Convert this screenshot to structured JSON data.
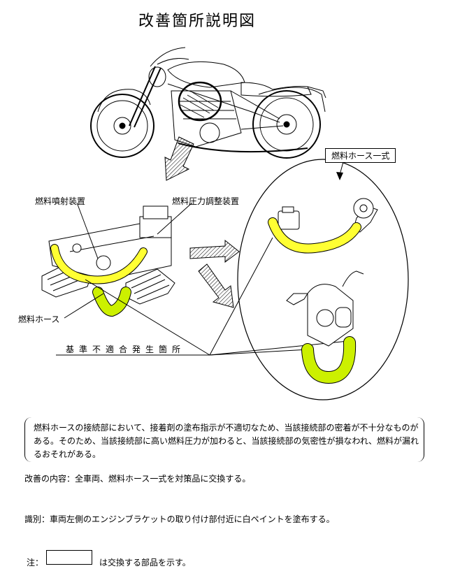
{
  "title": "改善箇所説明図",
  "labels": {
    "hose_set": "燃料ホース一式",
    "injector": "燃料噴射装置",
    "regulator": "燃料圧力調整装置",
    "hose": "燃料ホース",
    "fault_location": "基準不適合発生箇所"
  },
  "description": "燃料ホースの接続部において、接着剤の塗布指示が不適切なため、当該接続部の密着が不十分なものがある。そのため、当該接続部に高い燃料圧力が加わると、当該接続部の気密性が損なわれ、燃料が漏れるおそれがある。",
  "measure": "改善の内容：全車両、燃料ホース一式を対策品に交換する。",
  "identification": "識別：車両左側のエンジンブラケットの取り付け部付近に白ペイントを塗布する。",
  "note": {
    "label": "注：",
    "text": "は交換する部品を示す。"
  },
  "colors": {
    "replaced_part": "#ffff33",
    "hose_lower": "#ccf000"
  }
}
